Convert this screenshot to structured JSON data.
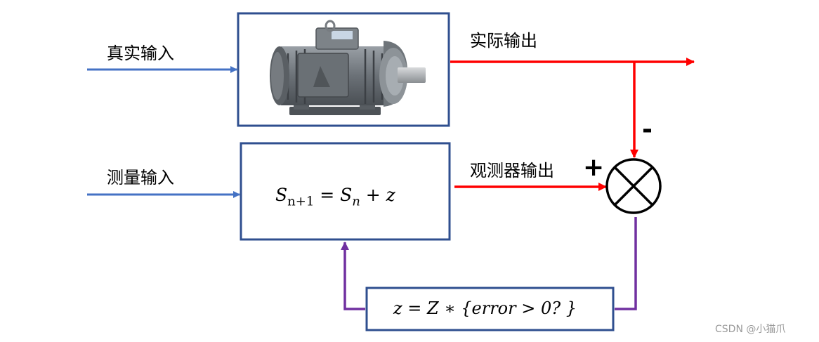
{
  "labels": {
    "true_input": "真实输入",
    "actual_output": "实际输出",
    "measured_input": "测量输入",
    "observer_output": "观测器输出",
    "minus_sign": "-",
    "plus_sign": "+"
  },
  "equations": {
    "observer_S": "S",
    "observer_sub_left": "n+1",
    "observer_eq": " = S",
    "observer_sub_right": "n",
    "observer_tail": " + z",
    "correction": "z = Z ∗ {error > 0? }"
  },
  "watermark": "CSDN @小猫爪",
  "colors": {
    "input_arrow": "#4472C4",
    "output_arrow": "#FF0000",
    "feedback_arrow": "#7030A0",
    "box_border": "#2F4F8F"
  },
  "icons": {
    "motor": "electric-motor-image",
    "comparator": "summing-junction-circle-x"
  }
}
